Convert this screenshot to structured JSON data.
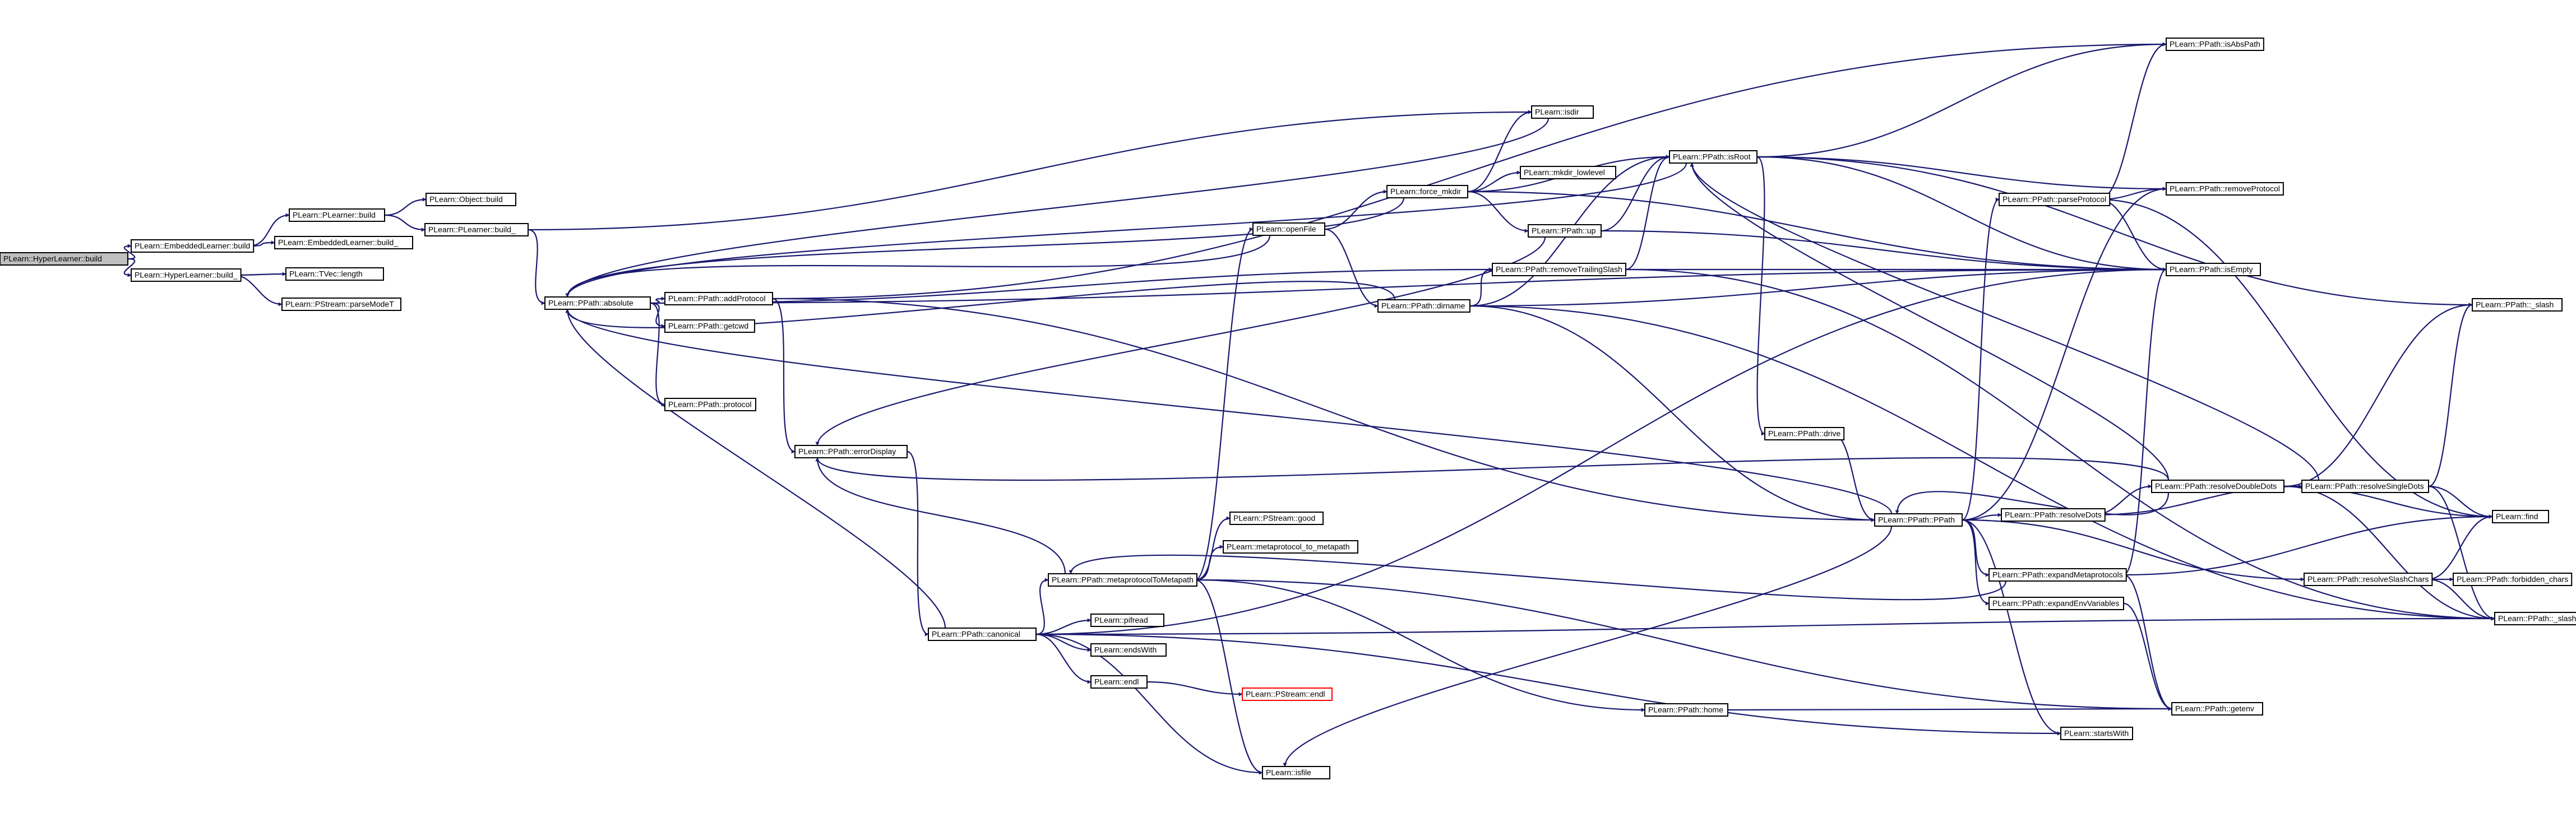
{
  "colors": {
    "edge": "#191970",
    "node_border": "#000000",
    "node_fill": "#ffffff",
    "root_fill": "#bfbfbf",
    "missing_border": "#ff0000"
  },
  "nodes": {
    "n0": {
      "label": "PLearn::HyperLearner::build",
      "style": "root"
    },
    "n1": {
      "label": "PLearn::EmbeddedLearner::build"
    },
    "n2": {
      "label": "PLearn::HyperLearner::build_"
    },
    "n3": {
      "label": "PLearn::PLearner::build"
    },
    "n4": {
      "label": "PLearn::EmbeddedLearner::build_"
    },
    "n5": {
      "label": "PLearn::Object::build"
    },
    "n6": {
      "label": "PLearn::PLearner::build_"
    },
    "n7": {
      "label": "PLearn::TVec::length"
    },
    "n8": {
      "label": "PLearn::PStream::parseModeT"
    },
    "n9": {
      "label": "PLearn::PPath::absolute"
    },
    "n10": {
      "label": "PLearn::PPath::addProtocol"
    },
    "n11": {
      "label": "PLearn::PPath::getcwd"
    },
    "n12": {
      "label": "PLearn::PPath::protocol"
    },
    "n13": {
      "label": "PLearn::PPath::errorDisplay"
    },
    "n14": {
      "label": "PLearn::PPath::canonical"
    },
    "n15": {
      "label": "PLearn::PPath::metaprotocolToMetapath"
    },
    "n16": {
      "label": "PLearn::pifread"
    },
    "n17": {
      "label": "PLearn::endsWith"
    },
    "n18": {
      "label": "PLearn::endl"
    },
    "n19": {
      "label": "PLearn::PStream::endl",
      "style": "missing"
    },
    "n20": {
      "label": "PLearn::PStream::good"
    },
    "n21": {
      "label": "PLearn::metaprotocol_to_metapath"
    },
    "n22": {
      "label": "PLearn::isfile"
    },
    "n23": {
      "label": "PLearn::openFile"
    },
    "n24": {
      "label": "PLearn::force_mkdir"
    },
    "n25": {
      "label": "PLearn::isdir"
    },
    "n26": {
      "label": "PLearn::mkdir_lowlevel"
    },
    "n27": {
      "label": "PLearn::PPath::up"
    },
    "n28": {
      "label": "PLearn::PPath::dirname"
    },
    "n29": {
      "label": "PLearn::PPath::removeTrailingSlash"
    },
    "n30": {
      "label": "PLearn::PPath::isRoot"
    },
    "n31": {
      "label": "PLearn::PPath::drive"
    },
    "n32": {
      "label": "PLearn::PPath::PPath"
    },
    "n33": {
      "label": "PLearn::PPath::home"
    },
    "n34": {
      "label": "PLearn::PPath::parseProtocol"
    },
    "n35": {
      "label": "PLearn::PPath::resolveDots"
    },
    "n36": {
      "label": "PLearn::PPath::expandMetaprotocols"
    },
    "n37": {
      "label": "PLearn::PPath::expandEnvVariables"
    },
    "n38": {
      "label": "PLearn::startsWith"
    },
    "n39": {
      "label": "PLearn::PPath::isAbsPath"
    },
    "n40": {
      "label": "PLearn::PPath::removeProtocol"
    },
    "n41": {
      "label": "PLearn::PPath::isEmpty"
    },
    "n42": {
      "label": "PLearn::PPath::resolveDoubleDots"
    },
    "n43": {
      "label": "PLearn::PPath::resolveSingleDots"
    },
    "n44": {
      "label": "PLearn::PPath::resolveSlashChars"
    },
    "n45": {
      "label": "PLearn::PPath::getenv"
    },
    "n46": {
      "label": "PLearn::PPath::_slash"
    },
    "n47": {
      "label": "PLearn::find"
    },
    "n48": {
      "label": "PLearn::PPath::forbidden_chars"
    },
    "n49": {
      "label": "PLearn::PPath::_slash_char"
    }
  }
}
